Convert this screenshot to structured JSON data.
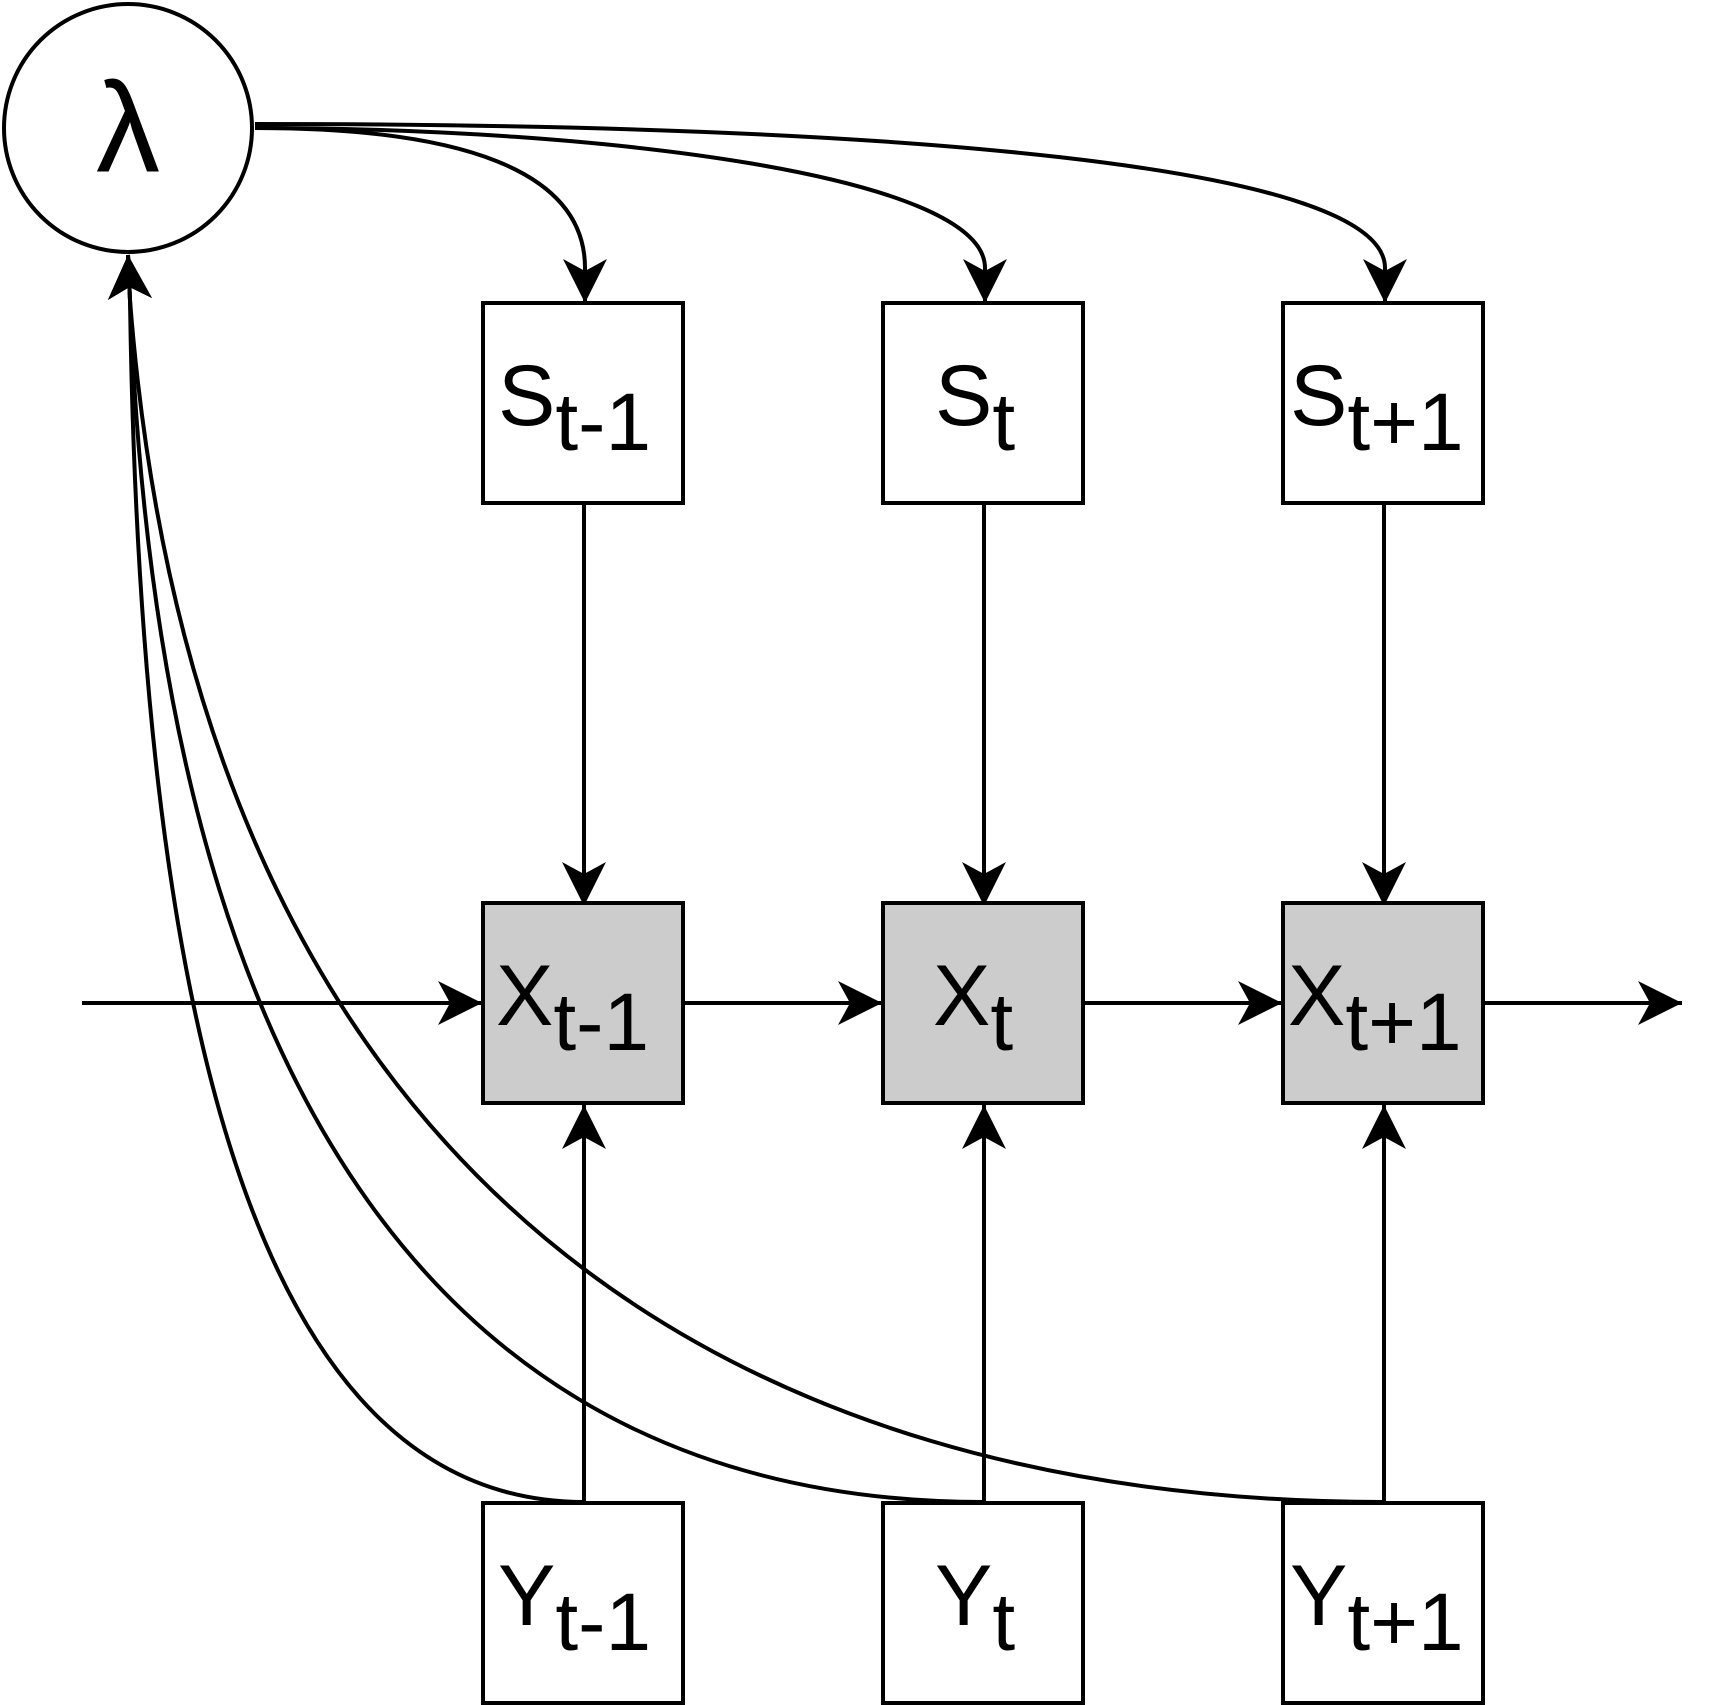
{
  "diagram": {
    "lambda": {
      "label": "λ"
    },
    "nodes": [
      {
        "id": "s-prev",
        "base": "S",
        "sub": "t-1",
        "kind": "state",
        "fill": "#ffffff"
      },
      {
        "id": "s-curr",
        "base": "S",
        "sub": "t",
        "kind": "state",
        "fill": "#ffffff"
      },
      {
        "id": "s-next",
        "base": "S",
        "sub": "t+1",
        "kind": "state",
        "fill": "#ffffff"
      },
      {
        "id": "x-prev",
        "base": "X",
        "sub": "t-1",
        "kind": "observed",
        "fill": "#cccccc"
      },
      {
        "id": "x-curr",
        "base": "X",
        "sub": "t",
        "kind": "observed",
        "fill": "#cccccc"
      },
      {
        "id": "x-next",
        "base": "X",
        "sub": "t+1",
        "kind": "observed",
        "fill": "#cccccc"
      },
      {
        "id": "y-prev",
        "base": "Y",
        "sub": "t-1",
        "kind": "input",
        "fill": "#ffffff"
      },
      {
        "id": "y-curr",
        "base": "Y",
        "sub": "t",
        "kind": "input",
        "fill": "#ffffff"
      },
      {
        "id": "y-next",
        "base": "Y",
        "sub": "t+1",
        "kind": "input",
        "fill": "#ffffff"
      }
    ],
    "edges": [
      {
        "from": "lambda",
        "to": "s-prev"
      },
      {
        "from": "lambda",
        "to": "s-curr"
      },
      {
        "from": "lambda",
        "to": "s-next"
      },
      {
        "from": "s-prev",
        "to": "x-prev"
      },
      {
        "from": "s-curr",
        "to": "x-curr"
      },
      {
        "from": "s-next",
        "to": "x-next"
      },
      {
        "from": "y-prev",
        "to": "x-prev"
      },
      {
        "from": "y-curr",
        "to": "x-curr"
      },
      {
        "from": "y-next",
        "to": "x-next"
      },
      {
        "from": "y-prev",
        "to": "lambda"
      },
      {
        "from": "y-curr",
        "to": "lambda"
      },
      {
        "from": "y-next",
        "to": "lambda"
      },
      {
        "from": "left-margin",
        "to": "x-prev"
      },
      {
        "from": "x-prev",
        "to": "x-curr"
      },
      {
        "from": "x-curr",
        "to": "x-next"
      },
      {
        "from": "x-next",
        "to": "right-margin"
      }
    ]
  }
}
